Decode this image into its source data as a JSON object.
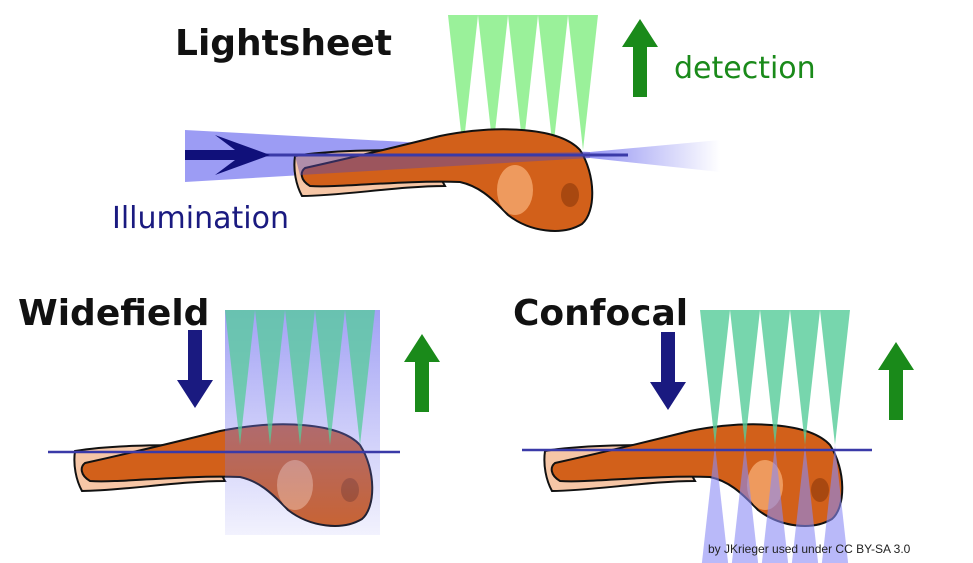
{
  "titles": {
    "lightsheet": "Lightsheet",
    "widefield": "Widefield",
    "confocal": "Confocal"
  },
  "labels": {
    "detection": "detection",
    "illumination": "Illumination"
  },
  "credit": "by JKrieger used under CC BY-SA 3.0",
  "colors": {
    "detection": "#1a8a1a",
    "illumination": "#1a1a80",
    "fish_body": "#d2601a",
    "fish_fin": "#f6c6a6",
    "beam": "#7b7bf0",
    "cone_green": "#88ee88"
  }
}
